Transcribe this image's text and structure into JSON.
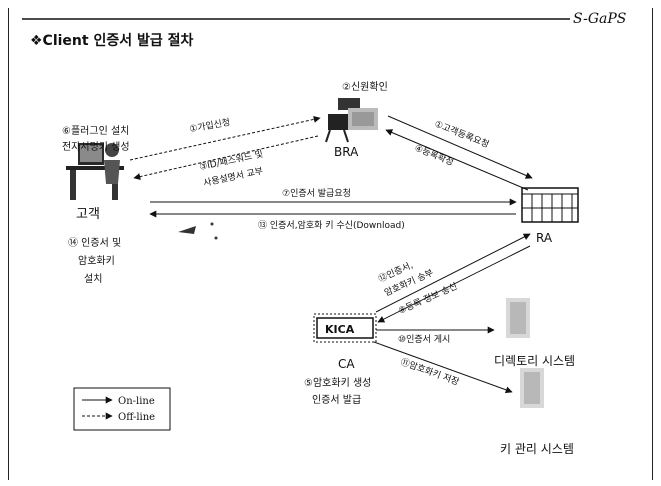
{
  "header": {
    "title": "❖Client 인증서 발급 절차",
    "brand": "S-GaPS"
  },
  "nodes": {
    "customer": {
      "label": "고객",
      "step6": "⑥플러그인 설치",
      "step6_sub": "전자서명키 생성",
      "step14_a": "⑭ 인증서 및",
      "step14_b": "암호화키",
      "step14_c": "설치"
    },
    "bra": {
      "label": "BRA",
      "step2": "②신원확인"
    },
    "ra": {
      "label": "RA"
    },
    "ca": {
      "label": "CA",
      "logo": "KICA",
      "step5_a": "⑤암호화키 생성",
      "step5_b": "인증서 발급"
    },
    "directory": {
      "label": "디렉토리 시스템"
    },
    "keymgmt": {
      "label": "키 관리 시스템"
    }
  },
  "flows": {
    "join": "①가입신청",
    "id_password_a": "③ID/패스워드 및",
    "id_password_b": "사용설명서 교부",
    "register_request": "①고객등록요청",
    "register_confirm": "④등록확정",
    "cert_request": "⑦인증서 발급요청",
    "cert_receive": "⑬ 인증서,암호화 키 수신(Download)",
    "cert_send_a": "⑫인증서,",
    "cert_send_b": "암호화키 송부",
    "reg_info": "⑧등록 정보 송신",
    "cert_publish": "⑩인증서 게시",
    "key_store": "⑪암호화키 저장"
  },
  "legend": {
    "online": "On-line",
    "offline": "Off-line"
  }
}
